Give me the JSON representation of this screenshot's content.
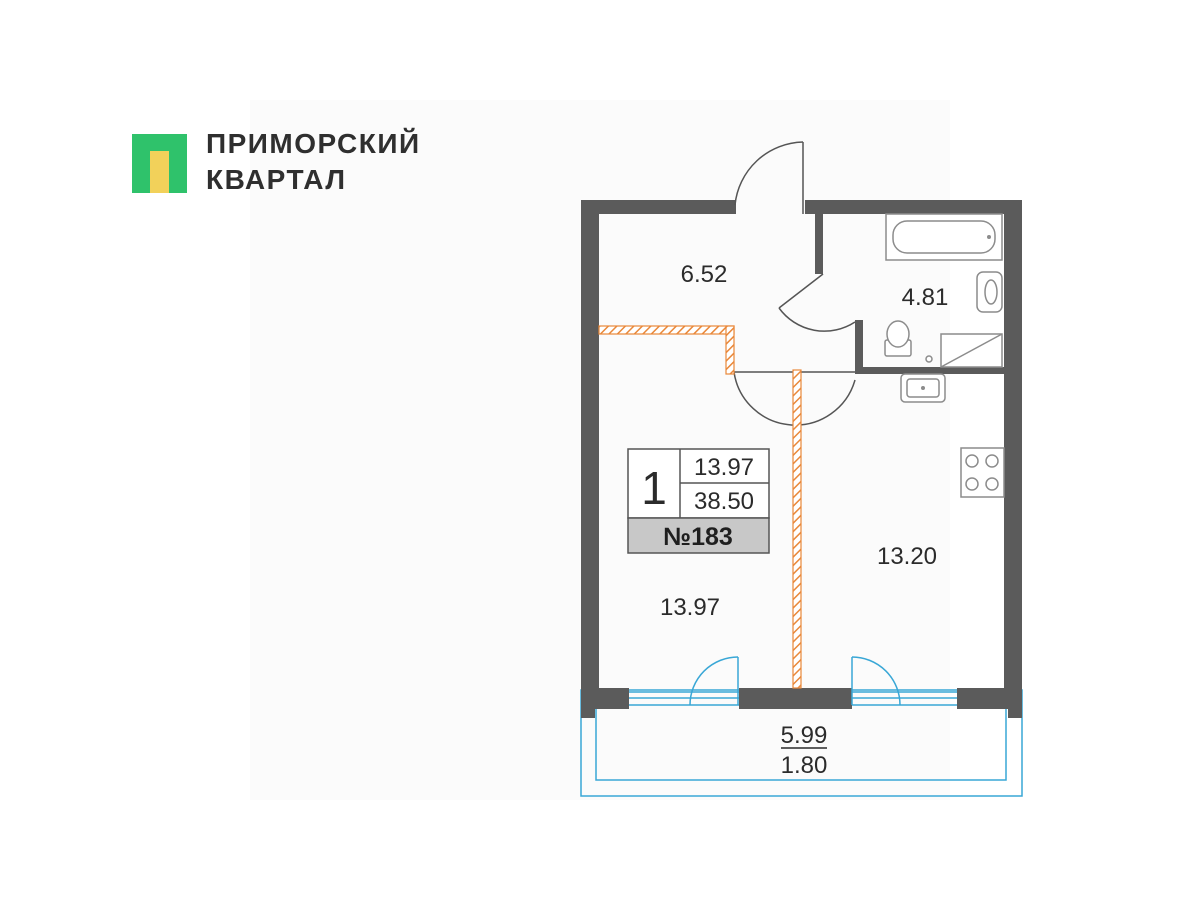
{
  "brand": {
    "line1": "ПРИМОРСКИЙ",
    "line2": "КВАРТАЛ",
    "colors": {
      "green": "#2fc26b",
      "yellow": "#f2d15a",
      "text": "#2f2f2f"
    }
  },
  "plan": {
    "rooms": {
      "hall": "6.52",
      "bathroom": "4.81",
      "bedroom": "13.97",
      "kitchen": "13.20",
      "balcony_area": "5.99",
      "balcony_coef": "1.80"
    },
    "info_box": {
      "rooms_count": "1",
      "living_area": "13.97",
      "total_area": "38.50",
      "apartment_number": "№183"
    },
    "colors": {
      "wall": "#5b5b5b",
      "partition": "#e9883a",
      "glass": "#39a7d6",
      "fixture": "#8c8c8c"
    }
  }
}
